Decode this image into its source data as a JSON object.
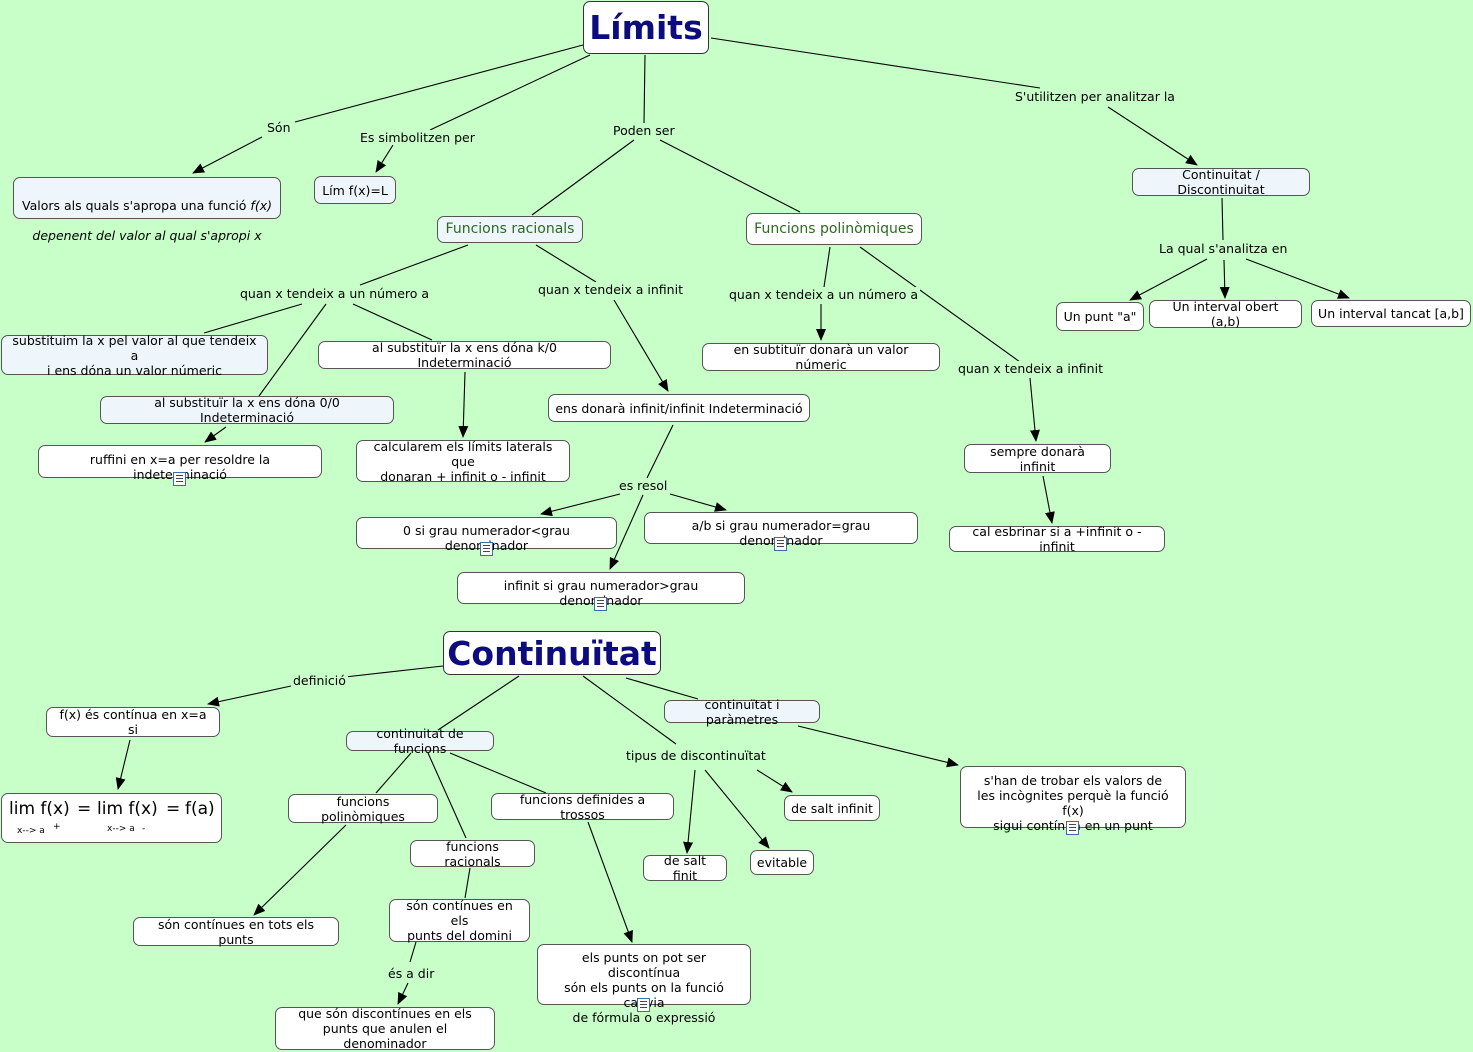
{
  "limits": {
    "title": "Límits",
    "links": {
      "son": "Són",
      "simbolitzen": "Es simbolitzen per",
      "poden": "Poden ser",
      "utilitzen": "S'utilitzen per analitzar la",
      "qual": "La qual s'analitza en",
      "rac_num": "quan x tendeix a un número a",
      "rac_inf": "quan x tendeix a infinit",
      "pol_num": "quan x tendeix a un número a",
      "pol_inf": "quan x tendeix a infinit",
      "es_resol": "es resol"
    },
    "nodes": {
      "valors_line1": "Valors als quals s'apropa una funció ",
      "valors_fx": "f(x)",
      "valors_line2": "depenent del valor al qual s'apropi x",
      "lim_fx": "Lím f(x)=L",
      "racionals": "Funcions racionals",
      "polinomiques": "Funcions polinòmiques",
      "continuitat_disc": "Continuitat / Discontinuitat",
      "punt": "Un punt \"a\"",
      "obert": "Un interval obert (a,b)",
      "tancat": "Un interval tancat [a,b]",
      "substituim": "substituim la x pel valor al que tendeix a\ni ens dóna un valor númeric",
      "k0": "al substituïr la x ens dóna k/0 Indeterminació",
      "zero_zero": "al substituïr la x ens dóna 0/0 Indeterminació",
      "ruffini": "ruffini en x=a per resoldre la indeterminació",
      "laterals": "calcularem els límits laterals que\ndonaran + infinit o - infinit",
      "inf_inf": "ens donarà infinit/infinit Indeterminació",
      "grau_menor": "0 si grau numerador<grau denominador",
      "grau_igual": "a/b si grau numerador=grau denominador",
      "grau_major": "infinit si grau numerador>grau denominador",
      "valor_numeric": "en subtituïr donarà un valor númeric",
      "sempre_infinit": "sempre donarà infinit",
      "esbrinar": "cal esbrinar si a +infinit o -infinit"
    }
  },
  "continuitat": {
    "title": "Continuïtat",
    "links": {
      "definicio": "definició",
      "tipus": "tipus de discontinuïtat",
      "es_a_dir": "és a dir"
    },
    "nodes": {
      "continua_en": "f(x) és contínua en x=a si",
      "formula": {
        "lim1": "lim f(x)",
        "eq1": "=",
        "lim2": "lim f(x)",
        "eq2": "=",
        "fa": "f(a)",
        "sub1": "x--> a",
        "sup1": "+",
        "sub2": "x--> a",
        "sup2": "-"
      },
      "continuitat_funcions": "continuitat de funcions",
      "parametres": "continuïtat i paràmetres",
      "polinomiques": "funcions polinòmiques",
      "trossos": "funcions definides a trossos",
      "racionals": "funcions racionals",
      "tots_punts": "són contínues en tots els punts",
      "domini": "són contínues en els\npunts del domini",
      "anulen": "que són discontínues en els\npunts que anulen el denominador",
      "punts_discontinua": "els punts on pot ser discontínua\nsón els punts on la funció canvia\nde fórmula o expressió",
      "salt_finit": "de salt finit",
      "evitable": "evitable",
      "salt_infinit": "de salt infinit",
      "incognites": "s'han de trobar els valors de\nles incògnites perquè la funció f(x)\nsigui contínua en un punt"
    }
  }
}
